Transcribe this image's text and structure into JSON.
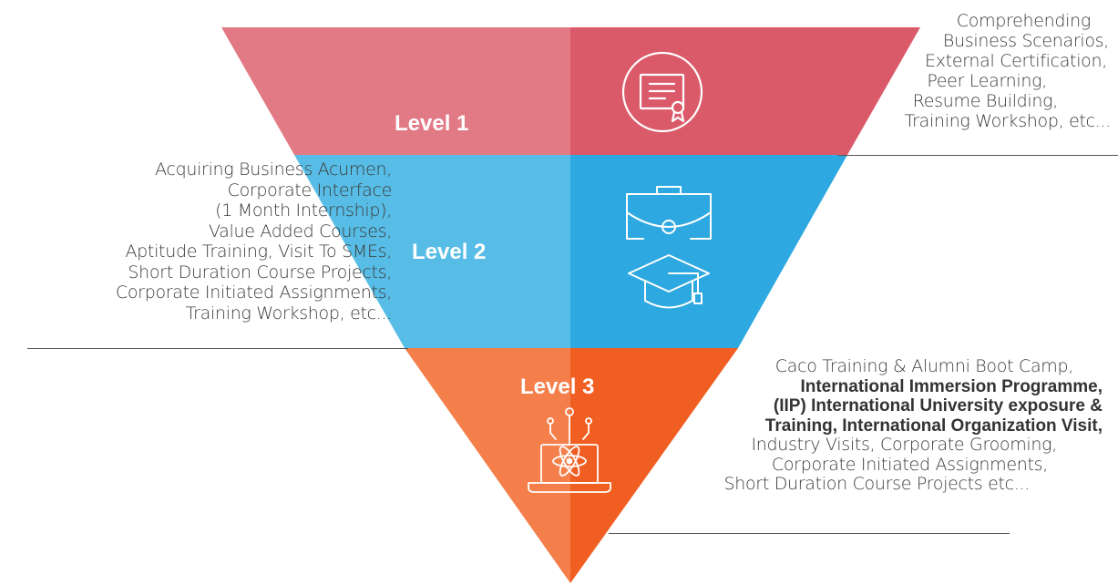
{
  "diagram": {
    "levels": [
      {
        "label": "Level 1",
        "icon": "certificate-icon",
        "colors": {
          "light": "#E27A86",
          "dark": "#DB5A6A"
        },
        "description": [
          {
            "text": "Comprehending"
          },
          {
            "text": "Business Scenarios,"
          },
          {
            "text": "External Certification,"
          },
          {
            "text": "Peer Learning,"
          },
          {
            "text": "Resume Building,"
          },
          {
            "text": "Training Workshop, etc..."
          }
        ]
      },
      {
        "label": "Level 2",
        "icon": "graduation-briefcase-icon",
        "colors": {
          "light": "#58BDE6",
          "dark": "#2EA8E0"
        },
        "description": [
          {
            "text": "Acquiring Business Acumen,"
          },
          {
            "text": "Corporate Interface"
          },
          {
            "text": "(1 Month Internship),"
          },
          {
            "text": "Value Added Courses,"
          },
          {
            "text": "Aptitude Training, Visit To SMEs,"
          },
          {
            "text": "Short Duration Course Projects,"
          },
          {
            "text": "Corporate Initiated Assignments,"
          },
          {
            "text": "Training Workshop, etc..."
          }
        ]
      },
      {
        "label": "Level 3",
        "icon": "laptop-atom-icon",
        "colors": {
          "light": "#F47F4A",
          "dark": "#F15E22"
        },
        "description": [
          {
            "text": "Caco Training & Alumni Boot Camp,"
          },
          {
            "text": "International Immersion Programme,",
            "bold": true
          },
          {
            "text": "(IIP) International University exposure &",
            "bold": true
          },
          {
            "text": "Training, International Organization Visit,",
            "bold": true
          },
          {
            "text": "Industry Visits, Corporate Grooming,"
          },
          {
            "text": "Corporate Initiated Assignments,"
          },
          {
            "text": "Short Duration Course  Projects etc..."
          }
        ]
      }
    ]
  }
}
